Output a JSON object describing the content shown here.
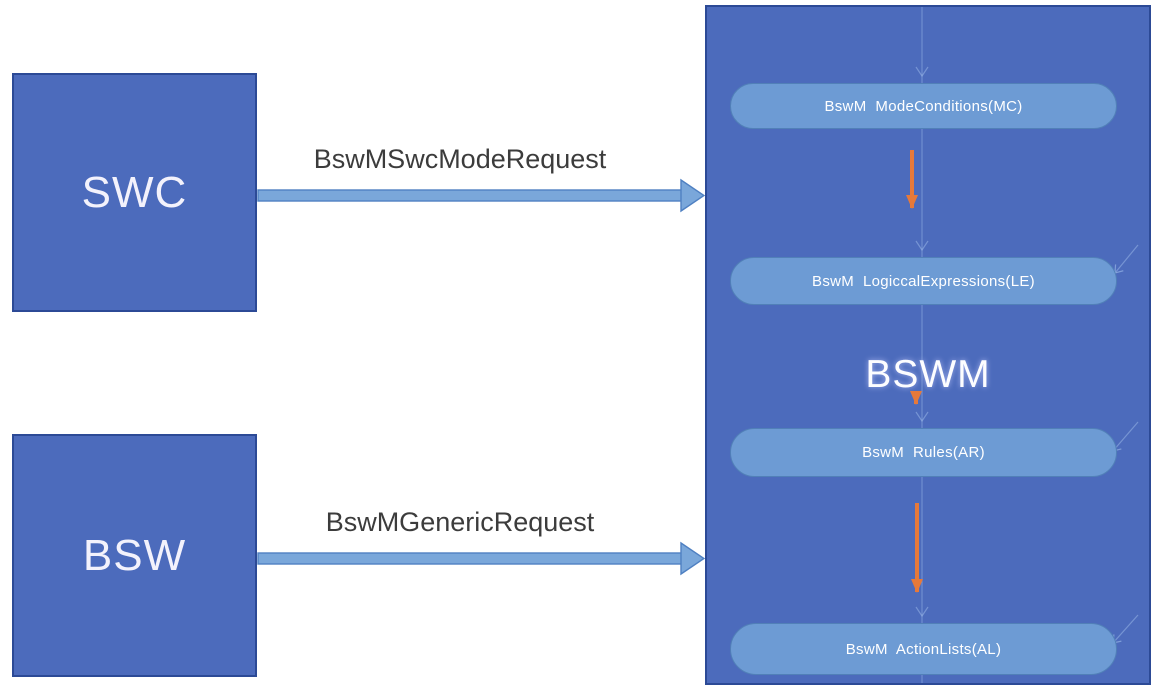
{
  "colors": {
    "box_fill": "#4c6bbc",
    "box_border": "#2c4a96",
    "panel_fill": "#4c6bbc",
    "panel_border": "#2c4a96",
    "pill_fill": "#6d9bd4",
    "pill_border": "#5180b8",
    "arrow_blue_fill": "#7aa7da",
    "arrow_blue_border": "#4f80c2",
    "arrow_orange": "#e6793a",
    "label_text": "#3c3c3c",
    "box_text": "#f3f2fc",
    "pill_text": "#ffffff"
  },
  "boxes": [
    {
      "label": "SWC"
    },
    {
      "label": "BSW"
    }
  ],
  "request_arrows": [
    {
      "label": "BswMSwcModeRequest"
    },
    {
      "label": "BswMGenericRequest"
    }
  ],
  "panel": {
    "title": "BSWM",
    "pills": [
      {
        "label": "BswM  ModeConditions(MC)"
      },
      {
        "label": "BswM  LogiccalExpressions(LE)"
      },
      {
        "label": "BswM  Rules(AR)"
      },
      {
        "label": "BswM  ActionLists(AL)"
      }
    ]
  }
}
